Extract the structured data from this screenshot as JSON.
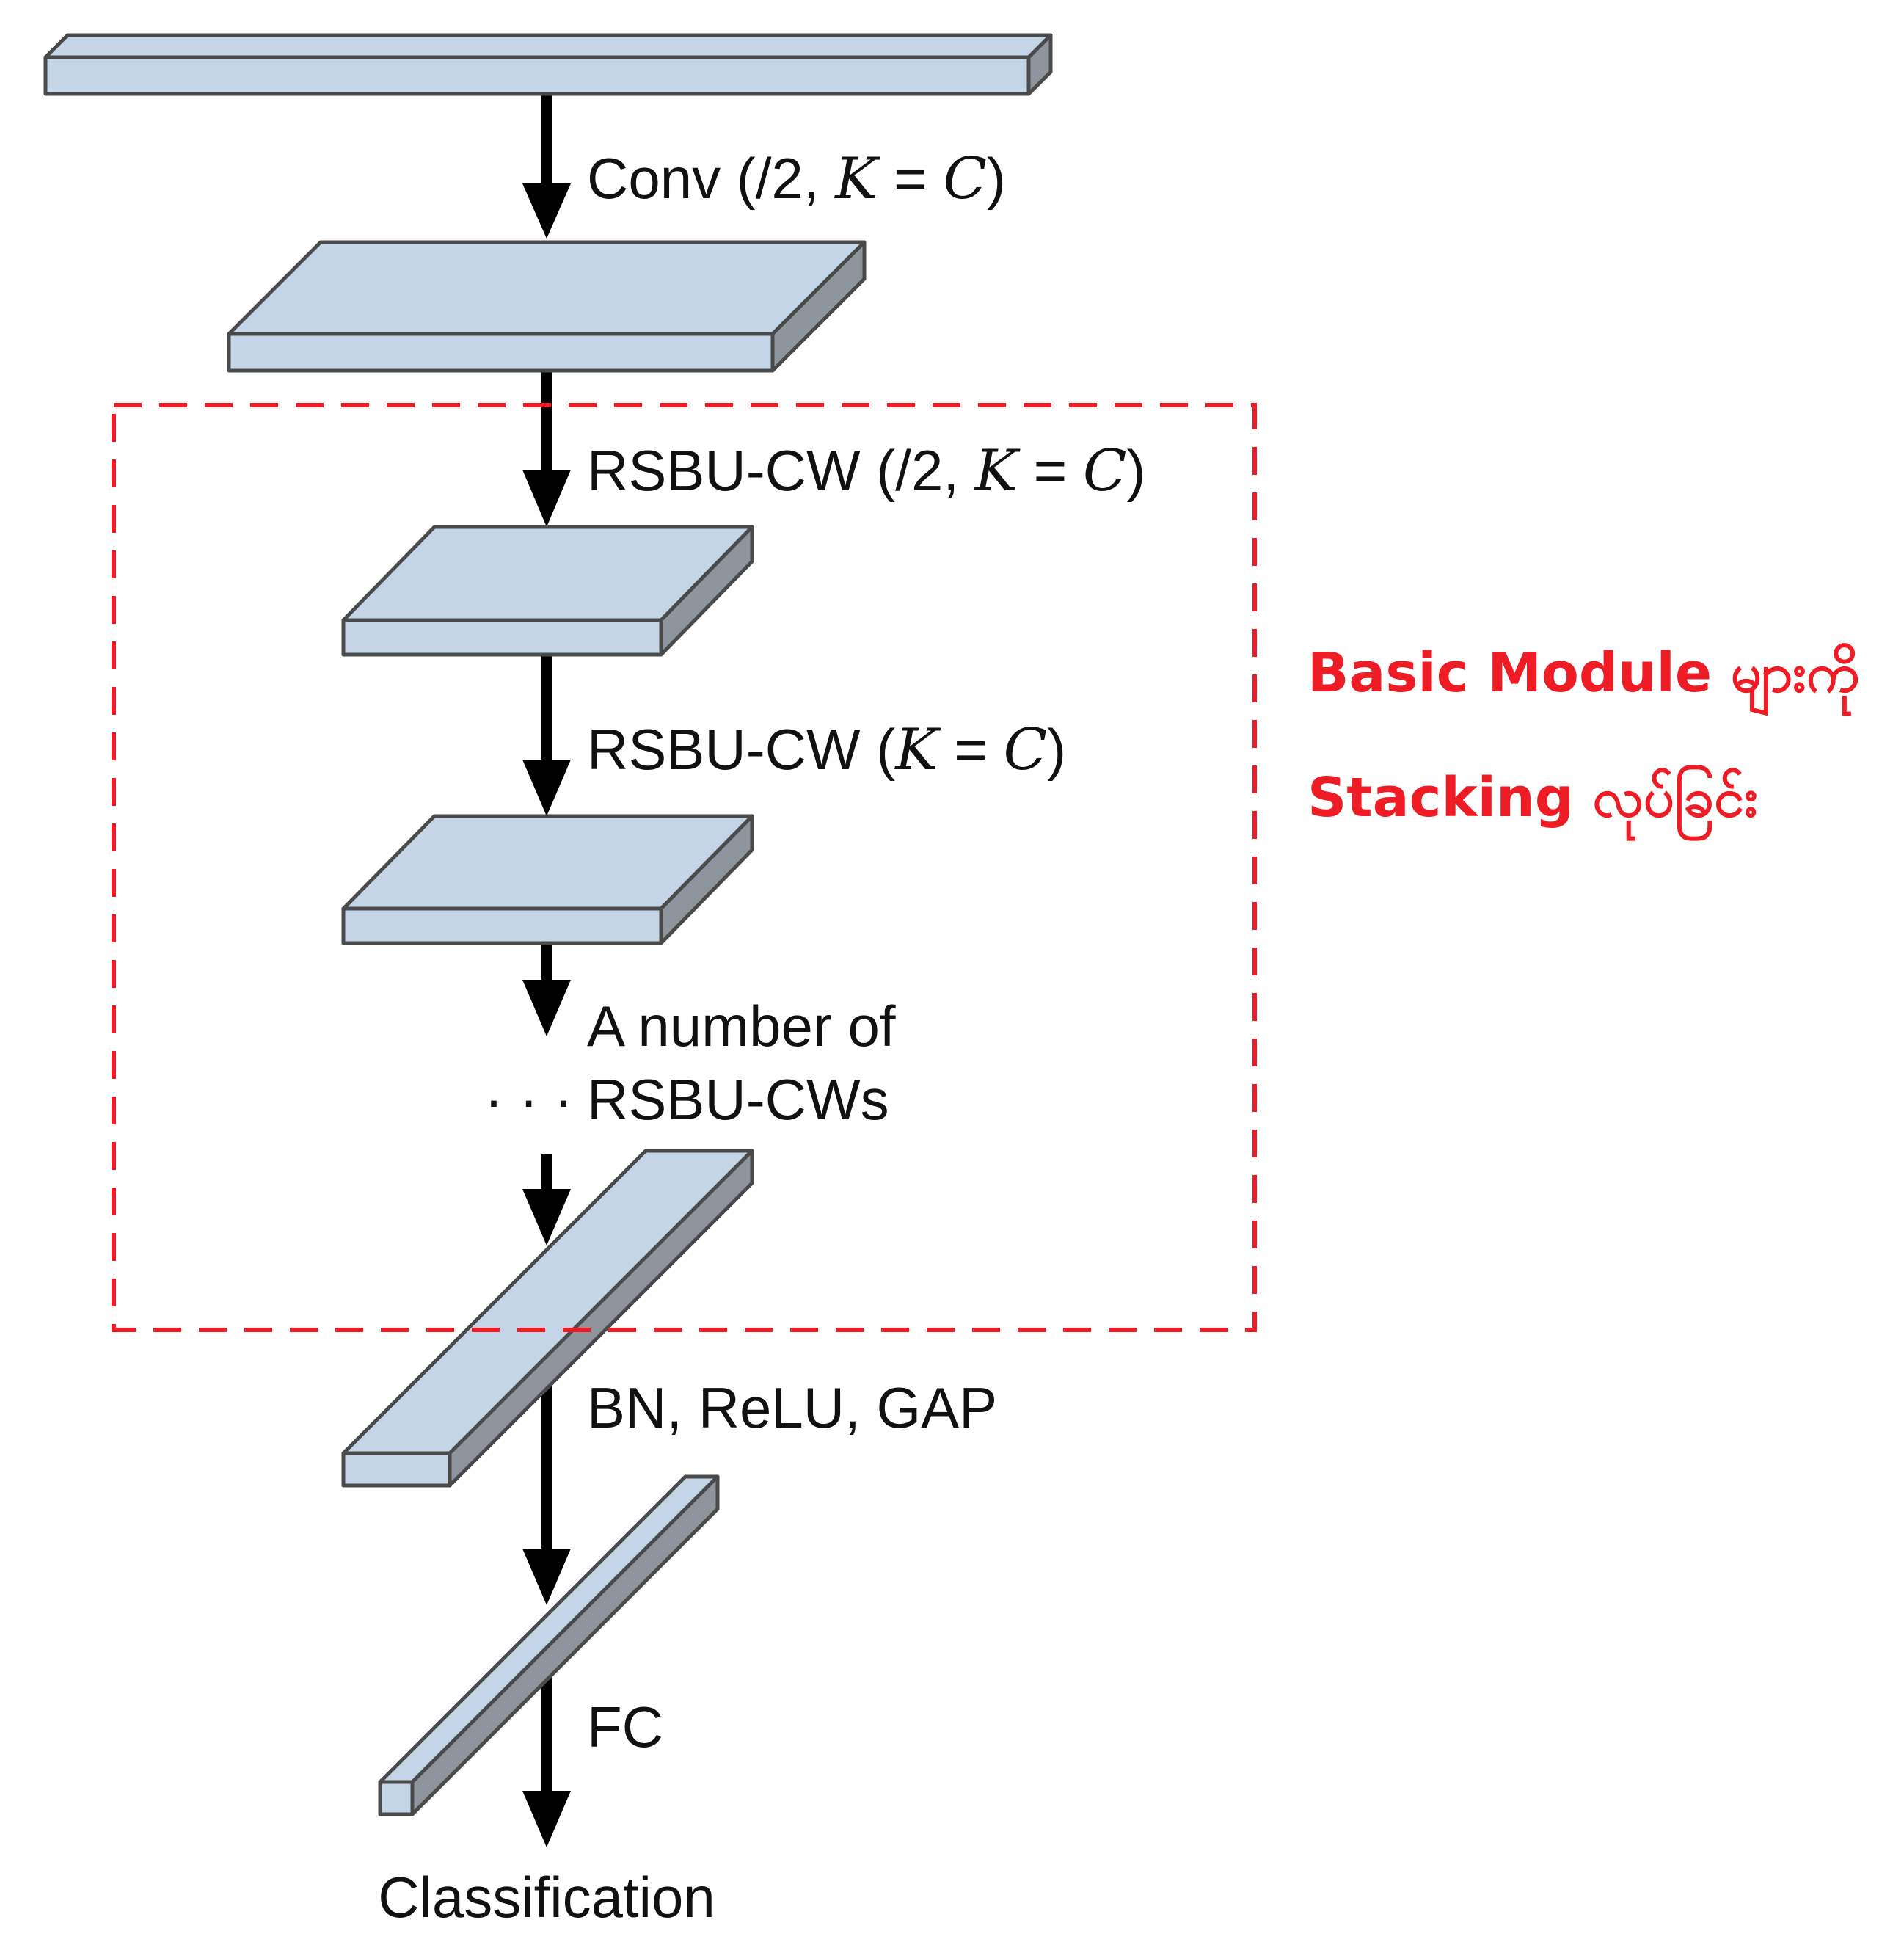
{
  "labels": {
    "conv_prefix": "Conv (/2, ",
    "conv_k": "K",
    "conv_eq": " = ",
    "conv_c": "C",
    "conv_suffix": ")",
    "rsbu1_prefix": "RSBU-CW (/2, ",
    "rsbu1_k": "K",
    "rsbu1_eq": " = ",
    "rsbu1_c": "C",
    "rsbu1_suffix": ")",
    "rsbu2_prefix": "RSBU-CW (",
    "rsbu2_k": "K",
    "rsbu2_eq": " = ",
    "rsbu2_c": "C",
    "rsbu2_suffix": ")",
    "many_line1": "A number of",
    "many_dots": "· · ·",
    "many_line2": "RSBU-CWs",
    "bn": "BN, ReLU, GAP",
    "fc": "FC",
    "classification": "Classification"
  },
  "annotation": {
    "line1": "Basic Module များကို",
    "line2": "Stacking လုပ်ခြင်း",
    "color": "#ee1c25"
  },
  "colors": {
    "block_face": "#c5d5e8",
    "block_side": "#8f959d",
    "block_edge": "#4a4a4a",
    "arrow": "#000000",
    "dashed_box": "#ee1c25"
  }
}
